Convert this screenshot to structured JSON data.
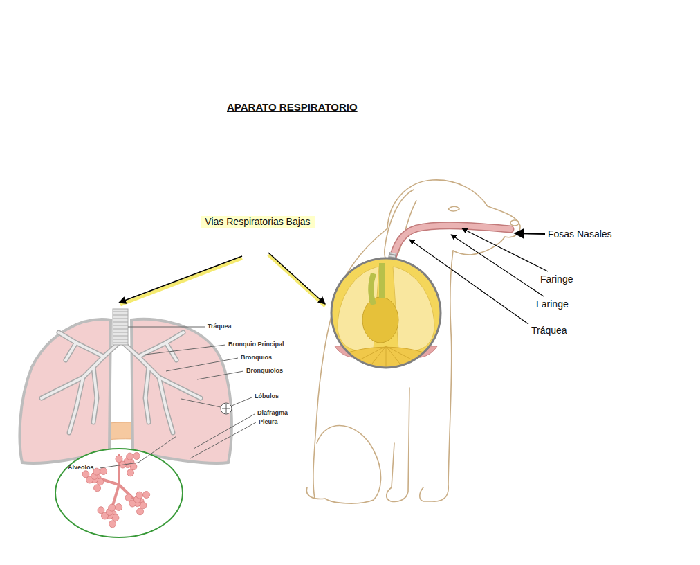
{
  "diagram": {
    "title": "APARATO RESPIRATORIO",
    "labels": [
      "Vias Respiratorias Bajas",
      "Fosas Nasales",
      "Faringe",
      "Laringe",
      "Tráquea",
      "Tráquea",
      "Bronquio Principal",
      "Bronquios",
      "Bronquiolos",
      "Lóbulos",
      "Diafragma",
      "Pleura",
      "Alveolos"
    ]
  }
}
